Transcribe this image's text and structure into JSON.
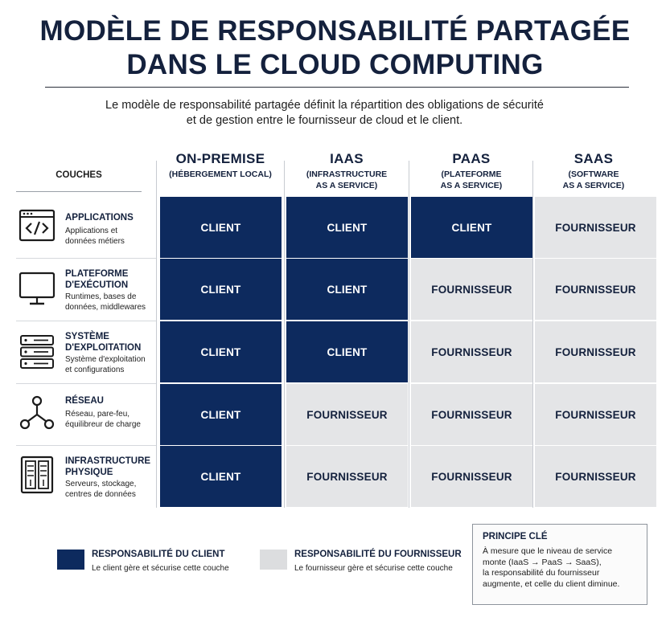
{
  "header": {
    "title_line1": "MODÈLE DE RESPONSABILITÉ PARTAGÉE",
    "title_line2": "DANS LE CLOUD COMPUTING",
    "subtitle_line1": "Le modèle de responsabilité partagée définit la répartition des obligations de sécurité",
    "subtitle_line2": "et de gestion entre le fournisseur de cloud et le client."
  },
  "table": {
    "layers_header": "COUCHES",
    "columns": [
      {
        "main": "ON-PREMISE",
        "sub1": "(HÉBERGEMENT LOCAL)",
        "sub2": ""
      },
      {
        "main": "IAAS",
        "sub1": "(INFRASTRUCTURE",
        "sub2": "AS A SERVICE)"
      },
      {
        "main": "PAAS",
        "sub1": "(PLATEFORME",
        "sub2": "AS A SERVICE)"
      },
      {
        "main": "SAAS",
        "sub1": "(SOFTWARE",
        "sub2": "AS A SERVICE)"
      }
    ],
    "layers": [
      {
        "name1": "APPLICATIONS",
        "name2": "",
        "desc1": "Applications et",
        "desc2": "données métiers",
        "icon": "code-window-icon"
      },
      {
        "name1": "PLATEFORME",
        "name2": "D'EXÉCUTION",
        "desc1": "Runtimes, bases de",
        "desc2": "données, middlewares",
        "icon": "monitor-icon"
      },
      {
        "name1": "SYSTÈME",
        "name2": "D'EXPLOITATION",
        "desc1": "Système d'exploitation",
        "desc2": "et configurations",
        "icon": "server-stack-icon"
      },
      {
        "name1": "RÉSEAU",
        "name2": "",
        "desc1": "Réseau, pare-feu,",
        "desc2": "équilibreur de charge",
        "icon": "network-nodes-icon"
      },
      {
        "name1": "INFRASTRUCTURE",
        "name2": "PHYSIQUE",
        "desc1": "Serveurs, stockage,",
        "desc2": "centres de données",
        "icon": "server-rack-icon"
      }
    ],
    "cells": [
      [
        "CLIENT",
        "CLIENT",
        "CLIENT",
        "FOURNISSEUR"
      ],
      [
        "CLIENT",
        "CLIENT",
        "FOURNISSEUR",
        "FOURNISSEUR"
      ],
      [
        "CLIENT",
        "CLIENT",
        "FOURNISSEUR",
        "FOURNISSEUR"
      ],
      [
        "CLIENT",
        "FOURNISSEUR",
        "FOURNISSEUR",
        "FOURNISSEUR"
      ],
      [
        "CLIENT",
        "FOURNISSEUR",
        "FOURNISSEUR",
        "FOURNISSEUR"
      ]
    ]
  },
  "legend": {
    "client_title": "RESPONSABILITÉ DU CLIENT",
    "client_desc": "Le client gère et sécurise cette couche",
    "provider_title": "RESPONSABILITÉ DU FOURNISSEUR",
    "provider_desc": "Le fournisseur gère et sécurise cette couche"
  },
  "principle": {
    "title": "PRINCIPE CLÉ",
    "line1": "À mesure que le niveau de service",
    "line2": "monte (IaaS → PaaS → SaaS),",
    "line3": "la responsabilité du fournisseur",
    "line4": "augmente, et celle du client diminue."
  },
  "colors": {
    "client": "#0d2a5e",
    "provider": "#e4e5e7",
    "text": "#14213d"
  }
}
